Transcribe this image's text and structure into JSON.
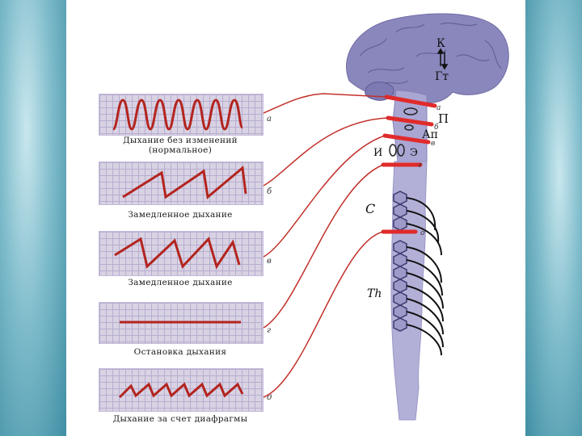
{
  "traces": [
    {
      "caption": "Дыхание без изменений (нормальное)",
      "letter": "а"
    },
    {
      "caption": "Замедленное дыхание",
      "letter": "б"
    },
    {
      "caption": "Замедленное дыхание",
      "letter": "в"
    },
    {
      "caption": "Остановка дыхания",
      "letter": "г"
    },
    {
      "caption": "Дыхание за счет диафрагмы",
      "letter": "д"
    }
  ],
  "brain_labels": {
    "k": "К",
    "gt": "Гт",
    "p": "П",
    "ap": "Ап",
    "i": "И",
    "e": "Э",
    "c": "C",
    "th": "Th"
  },
  "cut_letters": [
    "а",
    "б",
    "в",
    "г",
    "д"
  ],
  "colors": {
    "trace": "#b3241e",
    "cut": "#e02b2b",
    "brain": "#8a87bd",
    "cord": "#b3b0d8"
  }
}
